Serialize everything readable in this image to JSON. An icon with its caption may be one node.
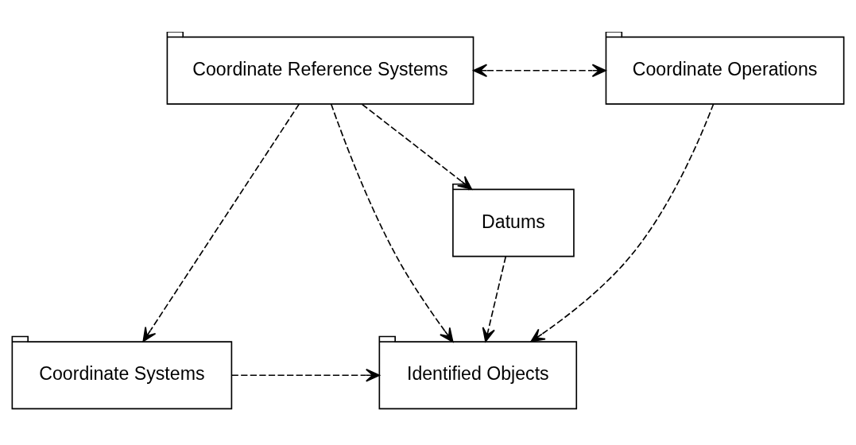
{
  "diagram": {
    "nodes": [
      {
        "text": [
          "Coordinate Reference Systems"
        ]
      },
      {
        "text": [
          "Coordinate Operations"
        ]
      },
      {
        "text": [
          "Datums"
        ]
      },
      {
        "text": [
          "Coordinate Systems"
        ]
      },
      {
        "text": [
          "Identified Objects"
        ]
      }
    ],
    "edges": [
      {
        "from": 0,
        "to": 1,
        "arrow": "both",
        "style": "dashed"
      },
      {
        "from": 0,
        "to": 2,
        "arrow": "to",
        "style": "dashed"
      },
      {
        "from": 0,
        "to": 3,
        "arrow": "to",
        "style": "dashed"
      },
      {
        "from": 0,
        "to": 4,
        "arrow": "to",
        "style": "dashed"
      },
      {
        "from": 1,
        "to": 4,
        "arrow": "to",
        "style": "dashed"
      },
      {
        "from": 2,
        "to": 4,
        "arrow": "to",
        "style": "dashed"
      },
      {
        "from": 3,
        "to": 4,
        "arrow": "to",
        "style": "dashed"
      }
    ]
  }
}
